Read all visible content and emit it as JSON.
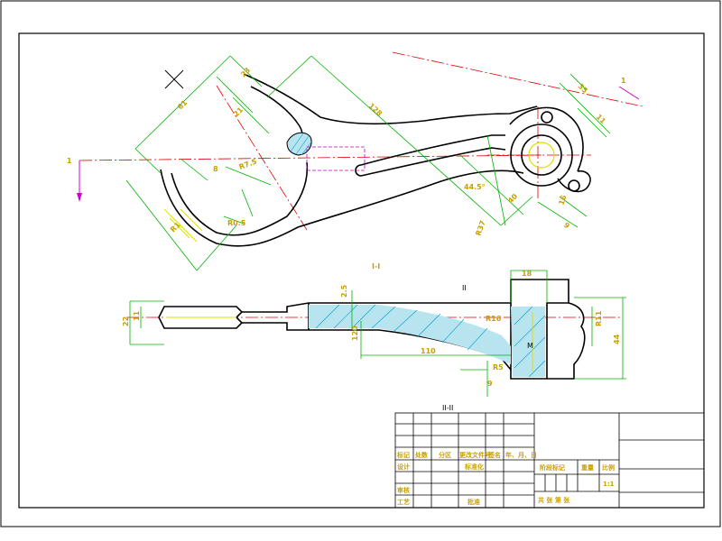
{
  "colors": {
    "outline": "#000000",
    "dimension": "#00b000",
    "centerline": "#e00000",
    "hidden": "#c000c0",
    "text": "#c8a000",
    "hatch": "#00a0d0",
    "aux": "#e0e000",
    "arrow": "#d000d0"
  },
  "top_view": {
    "section_mark_left": "1",
    "section_mark_right": "1",
    "dimensions": [
      "61",
      "23",
      "21",
      "128",
      "35",
      "11",
      "8",
      "R7.5",
      "44.5°",
      "40",
      "R37",
      "9",
      "16",
      "R0.5",
      "R1"
    ]
  },
  "bottom_view": {
    "section_label": "I-I",
    "section_mark": "II",
    "dimensions": [
      "18",
      "22",
      "2.5",
      "11",
      "R16",
      "120",
      "110",
      "R5",
      "M",
      "9",
      "R11",
      "44"
    ]
  },
  "section_view": {
    "label": "II-II"
  },
  "title_block": {
    "row1": [
      "标记",
      "处数",
      "分区",
      "更改文件号",
      "签名",
      "年、月、日"
    ],
    "row2": [
      "设计",
      "",
      "",
      "标准化",
      "",
      ""
    ],
    "row3": [
      "审核",
      "",
      "",
      "",
      "",
      ""
    ],
    "row4": [
      "工艺",
      "",
      "",
      "批准",
      "",
      ""
    ],
    "stage_header": "阶段标记",
    "weight_header": "重量",
    "scale_header": "比例",
    "scale_value": "1:1",
    "sheet_text": "共   张   第   张"
  }
}
